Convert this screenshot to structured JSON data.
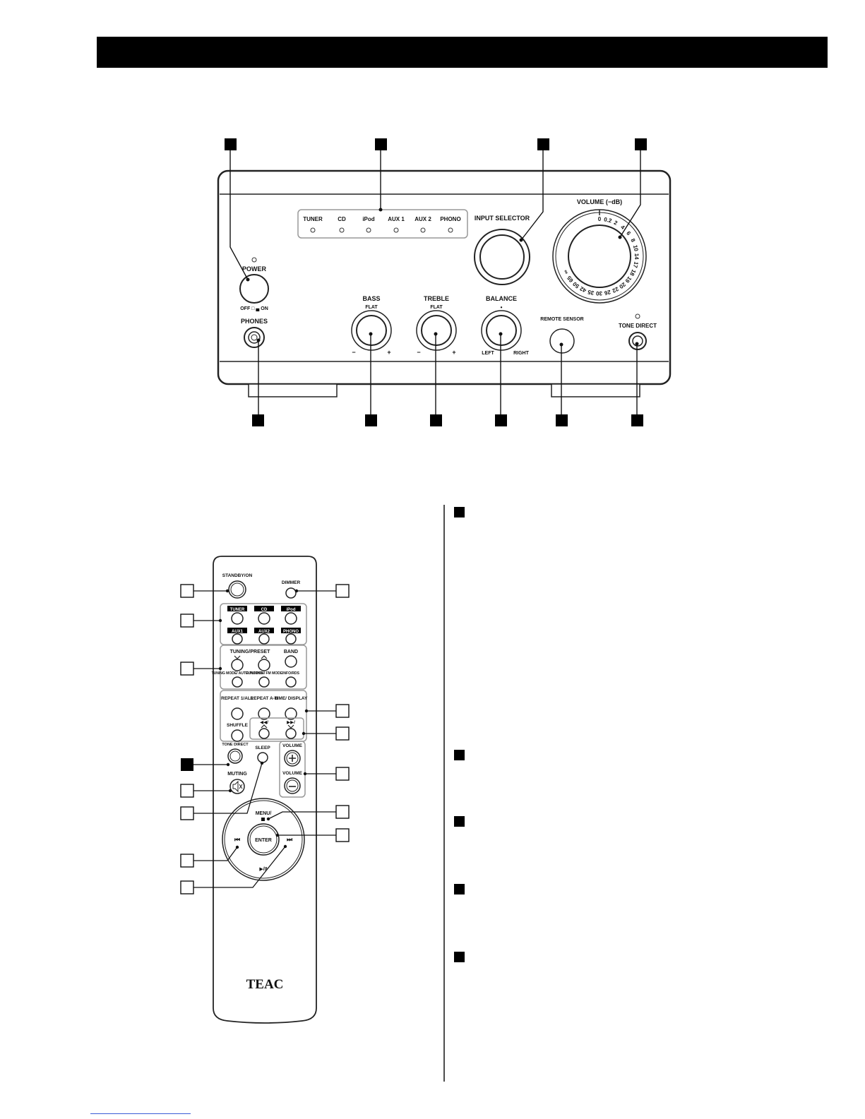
{
  "front_panel": {
    "input_leds": [
      "TUNER",
      "CD",
      "iPod",
      "AUX 1",
      "AUX 2",
      "PHONO"
    ],
    "input_selector_label": "INPUT SELECTOR",
    "volume_label": "VOLUME (−dB)",
    "volume_scale": [
      "∞",
      "65",
      "50",
      "42",
      "35",
      "30",
      "26",
      "22",
      "20",
      "19",
      "18",
      "17",
      "14",
      "10",
      "8",
      "6",
      "4",
      "2",
      "0.2",
      "0"
    ],
    "power_label": "POWER",
    "power_switch_label": "OFF □ ▄ ON",
    "phones_label": "PHONES",
    "bass": {
      "label": "BASS",
      "center": "FLAT",
      "minus": "−",
      "plus": "+"
    },
    "treble": {
      "label": "TREBLE",
      "center": "FLAT",
      "minus": "−",
      "plus": "+"
    },
    "balance": {
      "label": "BALANCE",
      "center": "•",
      "left": "LEFT",
      "right": "RIGHT"
    },
    "remote_sensor_label": "REMOTE SENSOR",
    "tone_direct_label": "TONE DIRECT"
  },
  "remote": {
    "standby_label": "STANDBY/ON",
    "dimmer_label": "DIMMER",
    "source_row1": [
      "TUNER",
      "CD",
      "iPod"
    ],
    "source_row2": [
      "AUX1",
      "AUX2",
      "PHONO"
    ],
    "tuning_preset_label": "TUNING/PRESET",
    "band_label": "BAND",
    "tuning_mode_label": "TUNING MODE/ AUTO TUNING",
    "function_label": "FUNCTION/ FM MODE",
    "info_label": "INFO/RDS",
    "repeat_all_label": "REPEAT 1/ALL",
    "repeat_ab_label": "REPEAT A-B",
    "time_display_label": "TIME/ DISPLAY",
    "shuffle_label": "SHUFFLE",
    "rew_label": "◀◀/",
    "ffw_label": "▶▶/",
    "tone_direct_label": "TONE DIRECT",
    "sleep_label": "SLEEP",
    "volume_up_label": "VOLUME",
    "volume_down_label": "VOLUME",
    "muting_label": "MUTING",
    "menu_label": "MENU/",
    "enter_label": "ENTER",
    "prev_label": "⏮",
    "next_label": "⏭",
    "play_pause_label": "▶/II",
    "brand": "TEAC"
  },
  "colors": {
    "ink": "#111111",
    "panel_stroke": "#222222",
    "badge": "#000000",
    "link": "#3b5bd6"
  }
}
